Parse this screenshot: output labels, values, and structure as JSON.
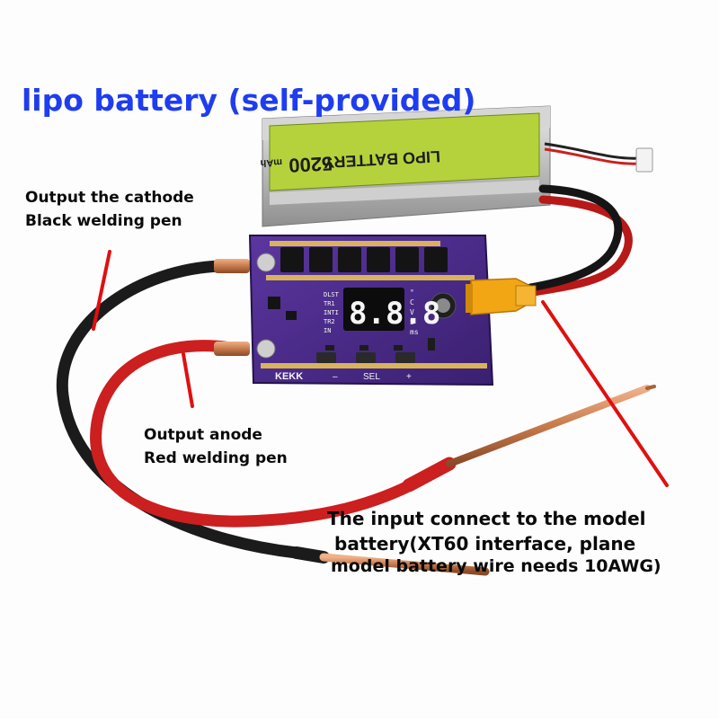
{
  "labels": {
    "title": "lipo battery (self-provided)",
    "cathode_line1": "Output the cathode",
    "cathode_line2": "Black welding pen",
    "anode_line1": "Output anode",
    "anode_line2": "Red welding pen",
    "input_line1": "The input connect to the model",
    "input_line2": "battery(XT60 interface, plane",
    "input_line3": "model battery wire needs 10AWG)"
  },
  "battery": {
    "brand": "LIPO BATTERY",
    "capacity": "5200",
    "capacity_unit": "mAh"
  },
  "board": {
    "brand": "KEKK",
    "display": "8.8.8",
    "buttons": [
      "–",
      "SEL",
      "+"
    ],
    "status_labels": [
      "DLST",
      "TR1",
      "INTI",
      "TR2",
      "IN"
    ],
    "unit_labels": [
      "°",
      "C",
      "V",
      "S",
      "ms"
    ]
  },
  "colors": {
    "title_blue": "#1e3df0",
    "pcb_purple": "#4b2a8a",
    "callout_red": "#e01010",
    "xt60_yellow": "#f2a614",
    "battery_green": "#b5d23c",
    "wire_red": "#cc1f1f",
    "wire_black": "#1b1b1b",
    "copper": "#c77a4a"
  }
}
